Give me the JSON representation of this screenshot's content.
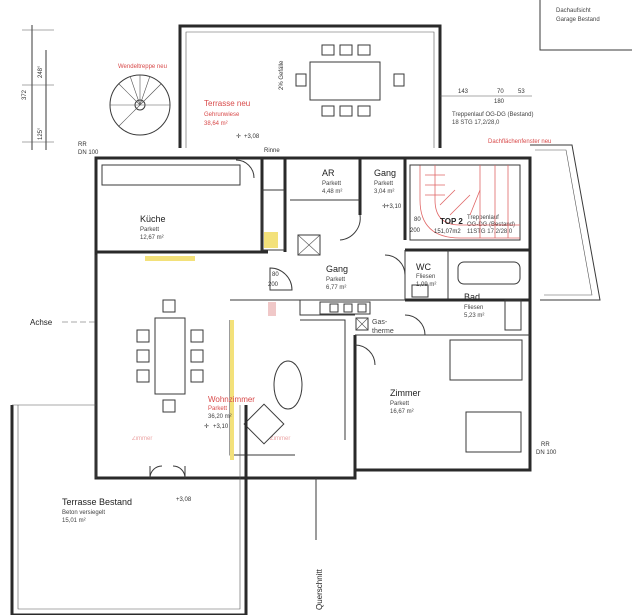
{
  "corner_box": {
    "line1": "Dachaufsicht",
    "line2": "Garage Bestand"
  },
  "left_dims": [
    "372",
    "248°",
    "125°"
  ],
  "terrace_top": {
    "name": "Terrasse neu",
    "line2": "Gehrunwiese",
    "area": "38,64 m²",
    "slope": "2% Gefälle",
    "level": "+3,08",
    "stair_note": "Wendeltreppe neu"
  },
  "rinne": "Rinne",
  "rr_left": [
    "RR",
    "DN 100"
  ],
  "rr_right": [
    "RR",
    "DN 100"
  ],
  "top_dims": [
    "143",
    "70",
    "53",
    "180"
  ],
  "stair_notes": {
    "existing_title": "Treppenlauf OG-DG (Bestand)",
    "existing_detail": "18 STG 17,2/28,0",
    "new_note": "Dachflächenfenster neu",
    "new_title": "Treppenlauf",
    "new_line2": "OG-DG (Bestand)",
    "new_detail": "11STG 17,2/28,0"
  },
  "rooms": {
    "kueche": {
      "name": "Küche",
      "floor": "Parkett",
      "area": "12,67 m²"
    },
    "ar": {
      "name": "AR",
      "floor": "Parkett",
      "area": "4,48 m²"
    },
    "gang_top": {
      "name": "Gang",
      "floor": "Parkett",
      "area": "3,04 m²",
      "level": "+3,10"
    },
    "gang_mid": {
      "name": "Gang",
      "floor": "Parkett",
      "area": "6,77 m²"
    },
    "wc": {
      "name": "WC",
      "floor": "Fliesen",
      "area": "1,09 m²"
    },
    "bad": {
      "name": "Bad",
      "floor": "Fliesen",
      "area": "5,23 m²"
    },
    "wohnzimmer": {
      "name": "Wohnzimmer",
      "floor": "Parkett",
      "area": "36,20 m²",
      "level": "+3,10"
    },
    "zimmer": {
      "name": "Zimmer",
      "floor": "Parkett",
      "area": "16,67 m²"
    }
  },
  "top2": {
    "label": "TOP 2",
    "d1": "80",
    "d2": "200",
    "value": "151,07m2"
  },
  "door_dims": [
    "80",
    "200"
  ],
  "gastherme": {
    "line1": "Gas-",
    "line2": "therme"
  },
  "zimmer_faded": [
    "Zimmer",
    "Zimmer"
  ],
  "achse": "Achse",
  "terrace_bottom": {
    "name": "Terrasse Bestand",
    "floor": "Beton versiegelt",
    "area": "15,01 m²",
    "level": "+3,08"
  },
  "querschnitt": "Querschnitt"
}
